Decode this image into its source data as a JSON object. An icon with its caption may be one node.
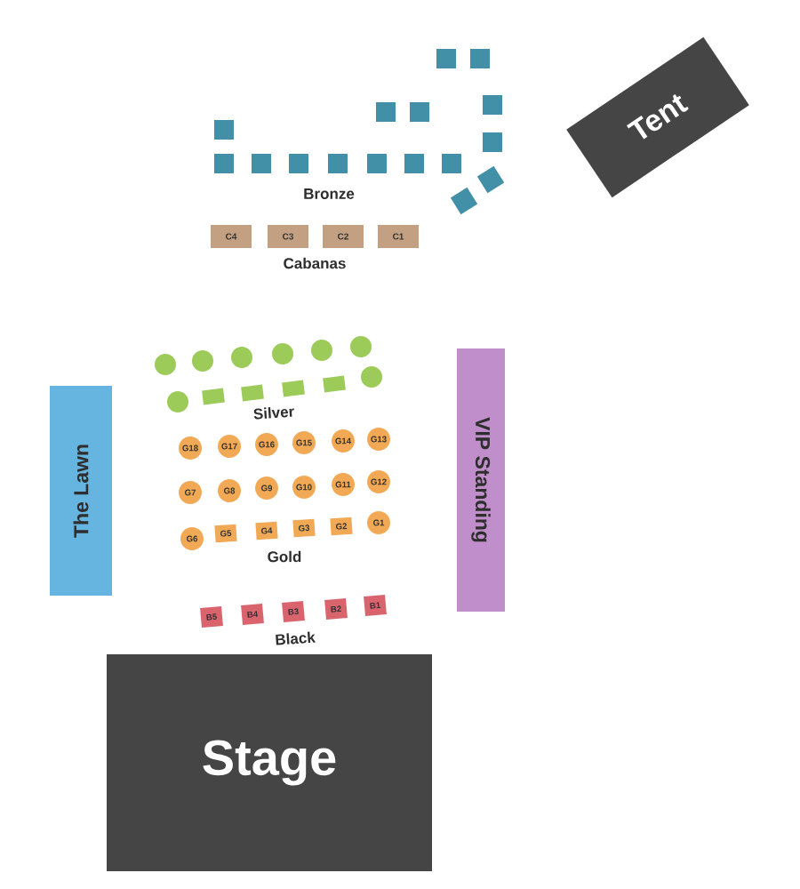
{
  "diagram": {
    "nodes": [
      {
        "text": [],
        "shape": "box"
      },
      {
        "text": [],
        "shape": "box"
      },
      {
        "text": [],
        "shape": "box"
      },
      {
        "text": [],
        "shape": "box"
      },
      {
        "text": [],
        "shape": "box"
      },
      {
        "text": [],
        "shape": "box"
      },
      {
        "text": [],
        "shape": "box"
      },
      {
        "text": [],
        "shape": "box"
      },
      {
        "text": [],
        "shape": "box"
      },
      {
        "text": [],
        "shape": "box"
      },
      {
        "text": [],
        "shape": "box"
      },
      {
        "text": [],
        "shape": "box"
      },
      {
        "text": [],
        "shape": "box"
      },
      {
        "text": [],
        "shape": "box"
      },
      {
        "text": [],
        "shape": "box"
      },
      {
        "text": [],
        "shape": "box"
      },
      {
        "text": [
          "Tent"
        ]
      },
      {
        "text": [
          "C4"
        ]
      },
      {
        "text": [
          "C3"
        ]
      },
      {
        "text": [
          "C2"
        ]
      },
      {
        "text": [
          "C1"
        ]
      },
      {
        "text": [],
        "shape": "circle"
      },
      {
        "text": [],
        "shape": "circle"
      },
      {
        "text": [],
        "shape": "circle"
      },
      {
        "text": [],
        "shape": "circle"
      },
      {
        "text": [],
        "shape": "circle"
      },
      {
        "text": [],
        "shape": "circle"
      },
      {
        "text": [],
        "shape": "circle"
      },
      {
        "text": [],
        "shape": "box"
      },
      {
        "text": [],
        "shape": "box"
      },
      {
        "text": [],
        "shape": "box"
      },
      {
        "text": [],
        "shape": "box"
      },
      {
        "text": [],
        "shape": "circle"
      },
      {
        "text": [
          "The Lawn"
        ]
      },
      {
        "text": [
          "VIP Standing"
        ]
      },
      {
        "text": [
          "G18"
        ]
      },
      {
        "text": [
          "G17"
        ]
      },
      {
        "text": [
          "G16"
        ]
      },
      {
        "text": [
          "G15"
        ]
      },
      {
        "text": [
          "G14"
        ]
      },
      {
        "text": [
          "G13"
        ]
      },
      {
        "text": [
          "G7"
        ]
      },
      {
        "text": [
          "G8"
        ]
      },
      {
        "text": [
          "G9"
        ]
      },
      {
        "text": [
          "G10"
        ]
      },
      {
        "text": [
          "G11"
        ]
      },
      {
        "text": [
          "G12"
        ]
      },
      {
        "text": [
          "G6"
        ]
      },
      {
        "text": [
          "G5"
        ]
      },
      {
        "text": [
          "G4"
        ]
      },
      {
        "text": [
          "G3"
        ]
      },
      {
        "text": [
          "G2"
        ]
      },
      {
        "text": [
          "G1"
        ]
      },
      {
        "text": [
          "B5"
        ]
      },
      {
        "text": [
          "B4"
        ]
      },
      {
        "text": [
          "B3"
        ]
      },
      {
        "text": [
          "B2"
        ]
      },
      {
        "text": [
          "B1"
        ]
      },
      {
        "text": [
          "Stage"
        ]
      }
    ],
    "labels": [
      "Bronze",
      "Cabanas",
      "Silver",
      "Gold",
      "Black"
    ]
  }
}
